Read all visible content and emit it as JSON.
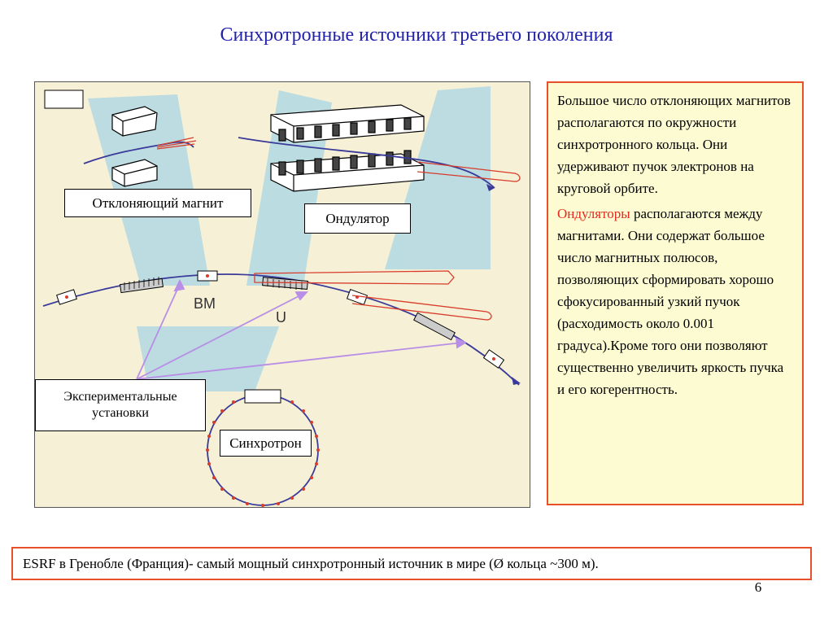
{
  "title": "Синхротронные источники третьего поколения",
  "figure": {
    "bending_magnet_label": "Отклоняющий магнит",
    "undulator_label": "Ондулятор",
    "bm_label": "BM",
    "u_label": "U",
    "experiments_label": "Экспериментальные установки",
    "synchrotron_label": "Синхротрон"
  },
  "side_text": {
    "para1": "Большое число отклоняющих магнитов располагаются по окружности синхротронного кольца. Они удерживают пучок электронов на круговой орбите.",
    "para2_highlight": "Ондуляторы",
    "para2_rest": " располагаются между магнитами. Они содержат большое число магнитных полюсов, позволяющих сформировать хорошо сфокусированный узкий пучок (расходимость около  0.001 градуса).Кроме того они позволяют существенно увеличить яркость пучка и его когерентность."
  },
  "bottom_text": "ESRF в Гренобле (Франция)- самый мощный синхротронный источник в мире (Ø кольца ~300 м).",
  "page_number": "6",
  "colors": {
    "title": "#2222aa",
    "highlight": "#e8281e",
    "border_accent": "#e8502a",
    "beam": "#3a3a9a",
    "radiation": "#d83c2a",
    "fan": "#9fd0e0"
  }
}
